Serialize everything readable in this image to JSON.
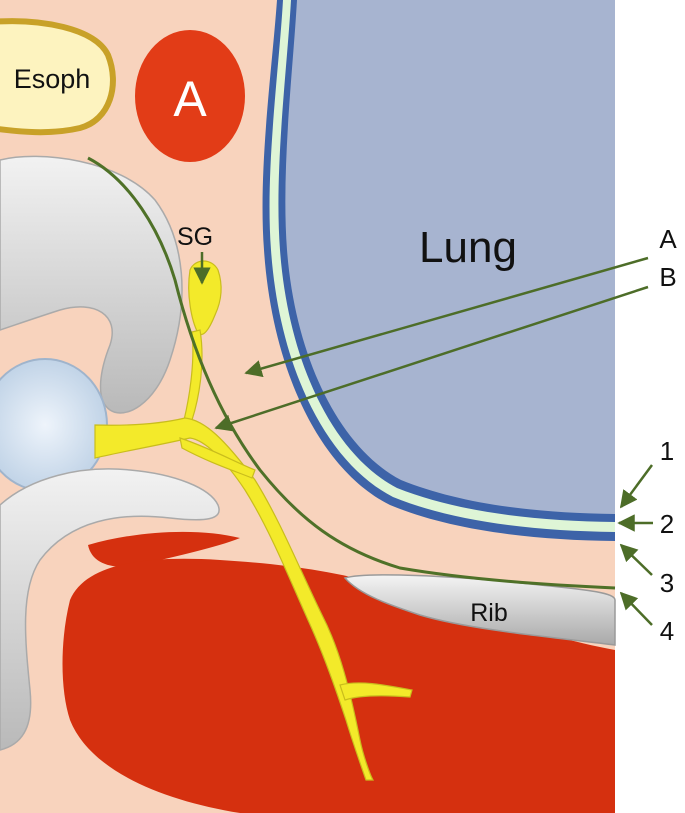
{
  "labels": {
    "esophagus": "Esoph",
    "aorta": "A",
    "lung": "Lung",
    "stellate_ganglion": "SG",
    "rib": "Rib",
    "needle_a": "A",
    "needle_b": "B",
    "layer_1": "1",
    "layer_2": "2",
    "layer_3": "3",
    "layer_4": "4"
  },
  "colors": {
    "tissue": "#f8d3bd",
    "lung": "#a7b4d0",
    "pleura_outer": "#3d63a8",
    "pleura_gap": "#def5d6",
    "nerve": "#f3ea2a",
    "nerve_edge": "#c9bd1c",
    "muscle": "#d5300f",
    "aorta": "#e23c17",
    "esophagus_fill": "#fdf3bf",
    "esophagus_edge": "#c8a128",
    "bone": "#c9c9c9",
    "fascia": "#4f7128",
    "arrow": "#4d6d28"
  }
}
